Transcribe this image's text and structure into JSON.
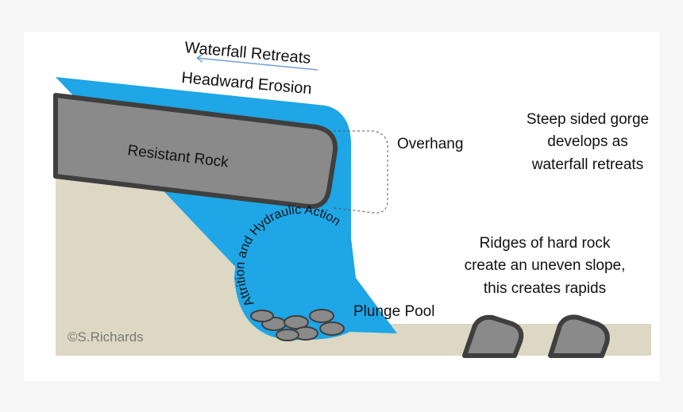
{
  "labels": {
    "waterfall_retreats": "Waterfall Retreats",
    "headward_erosion": "Headward Erosion",
    "resistant_rock": "Resistant Rock",
    "overhang": "Overhang",
    "gorge": [
      "Steep sided gorge",
      "develops as",
      "waterfall retreats"
    ],
    "attrition": "Attrition and Hydraulic Action",
    "plunge_pool": "Plunge Pool",
    "ridges": [
      "Ridges of hard rock",
      "create an uneven slope,",
      "this creates rapids"
    ],
    "copyright": "©S.Richards"
  },
  "colors": {
    "water": "#1ea6e6",
    "sand": "#dcd8c3",
    "rock": "#8a8a8a",
    "rock_outline": "#3f3f3f",
    "arrow": "#6f9fd6",
    "copyright": "#7a7a7a"
  }
}
